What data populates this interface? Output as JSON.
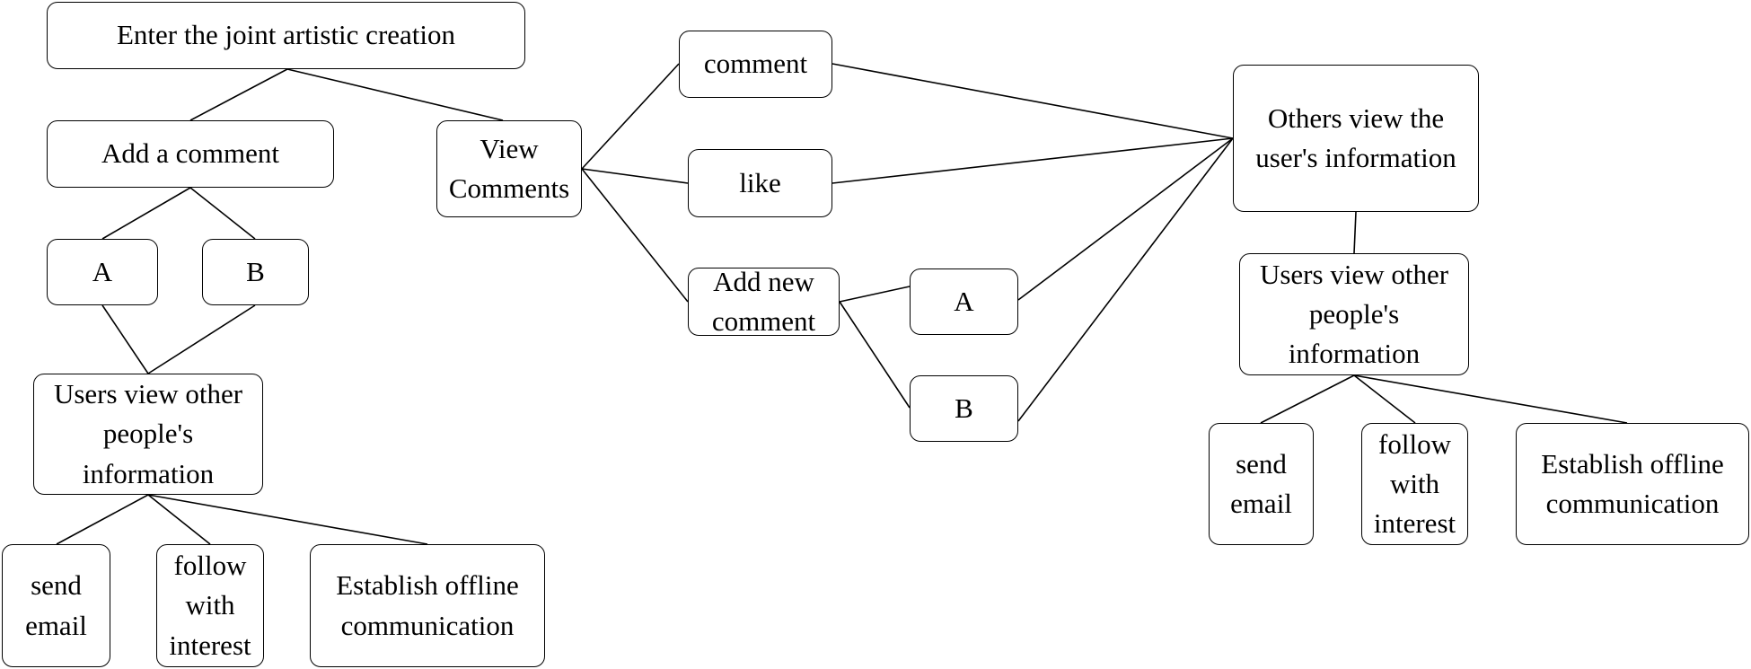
{
  "diagram": {
    "nodes": {
      "enter_creation": "Enter the joint artistic creation",
      "add_comment": "Add a comment",
      "left_a": "A",
      "left_b": "B",
      "left_users_view": "Users view other\npeople's\ninformation",
      "left_send_email": "send\nemail",
      "left_follow": "follow\nwith\ninterest",
      "left_offline": "Establish offline\ncommunication",
      "view_comments": "View\nComments",
      "comment": "comment",
      "like": "like",
      "add_new_comment": "Add new\ncomment",
      "mid_a": "A",
      "mid_b": "B",
      "others_view": "Others view the\nuser's information",
      "right_users_view": "Users view other\npeople's\ninformation",
      "right_send_email": "send\nemail",
      "right_follow": "follow\nwith\ninterest",
      "right_offline": "Establish offline\ncommunication"
    },
    "edges": [
      [
        "enter_creation",
        "add_comment"
      ],
      [
        "enter_creation",
        "view_comments"
      ],
      [
        "add_comment",
        "left_a"
      ],
      [
        "add_comment",
        "left_b"
      ],
      [
        "left_a",
        "left_users_view"
      ],
      [
        "left_b",
        "left_users_view"
      ],
      [
        "left_users_view",
        "left_send_email"
      ],
      [
        "left_users_view",
        "left_follow"
      ],
      [
        "left_users_view",
        "left_offline"
      ],
      [
        "view_comments",
        "comment"
      ],
      [
        "view_comments",
        "like"
      ],
      [
        "view_comments",
        "add_new_comment"
      ],
      [
        "add_new_comment",
        "mid_a"
      ],
      [
        "add_new_comment",
        "mid_b"
      ],
      [
        "comment",
        "others_view"
      ],
      [
        "like",
        "others_view"
      ],
      [
        "mid_a",
        "others_view"
      ],
      [
        "mid_b",
        "others_view"
      ],
      [
        "others_view",
        "right_users_view"
      ],
      [
        "right_users_view",
        "right_send_email"
      ],
      [
        "right_users_view",
        "right_follow"
      ],
      [
        "right_users_view",
        "right_offline"
      ]
    ]
  }
}
